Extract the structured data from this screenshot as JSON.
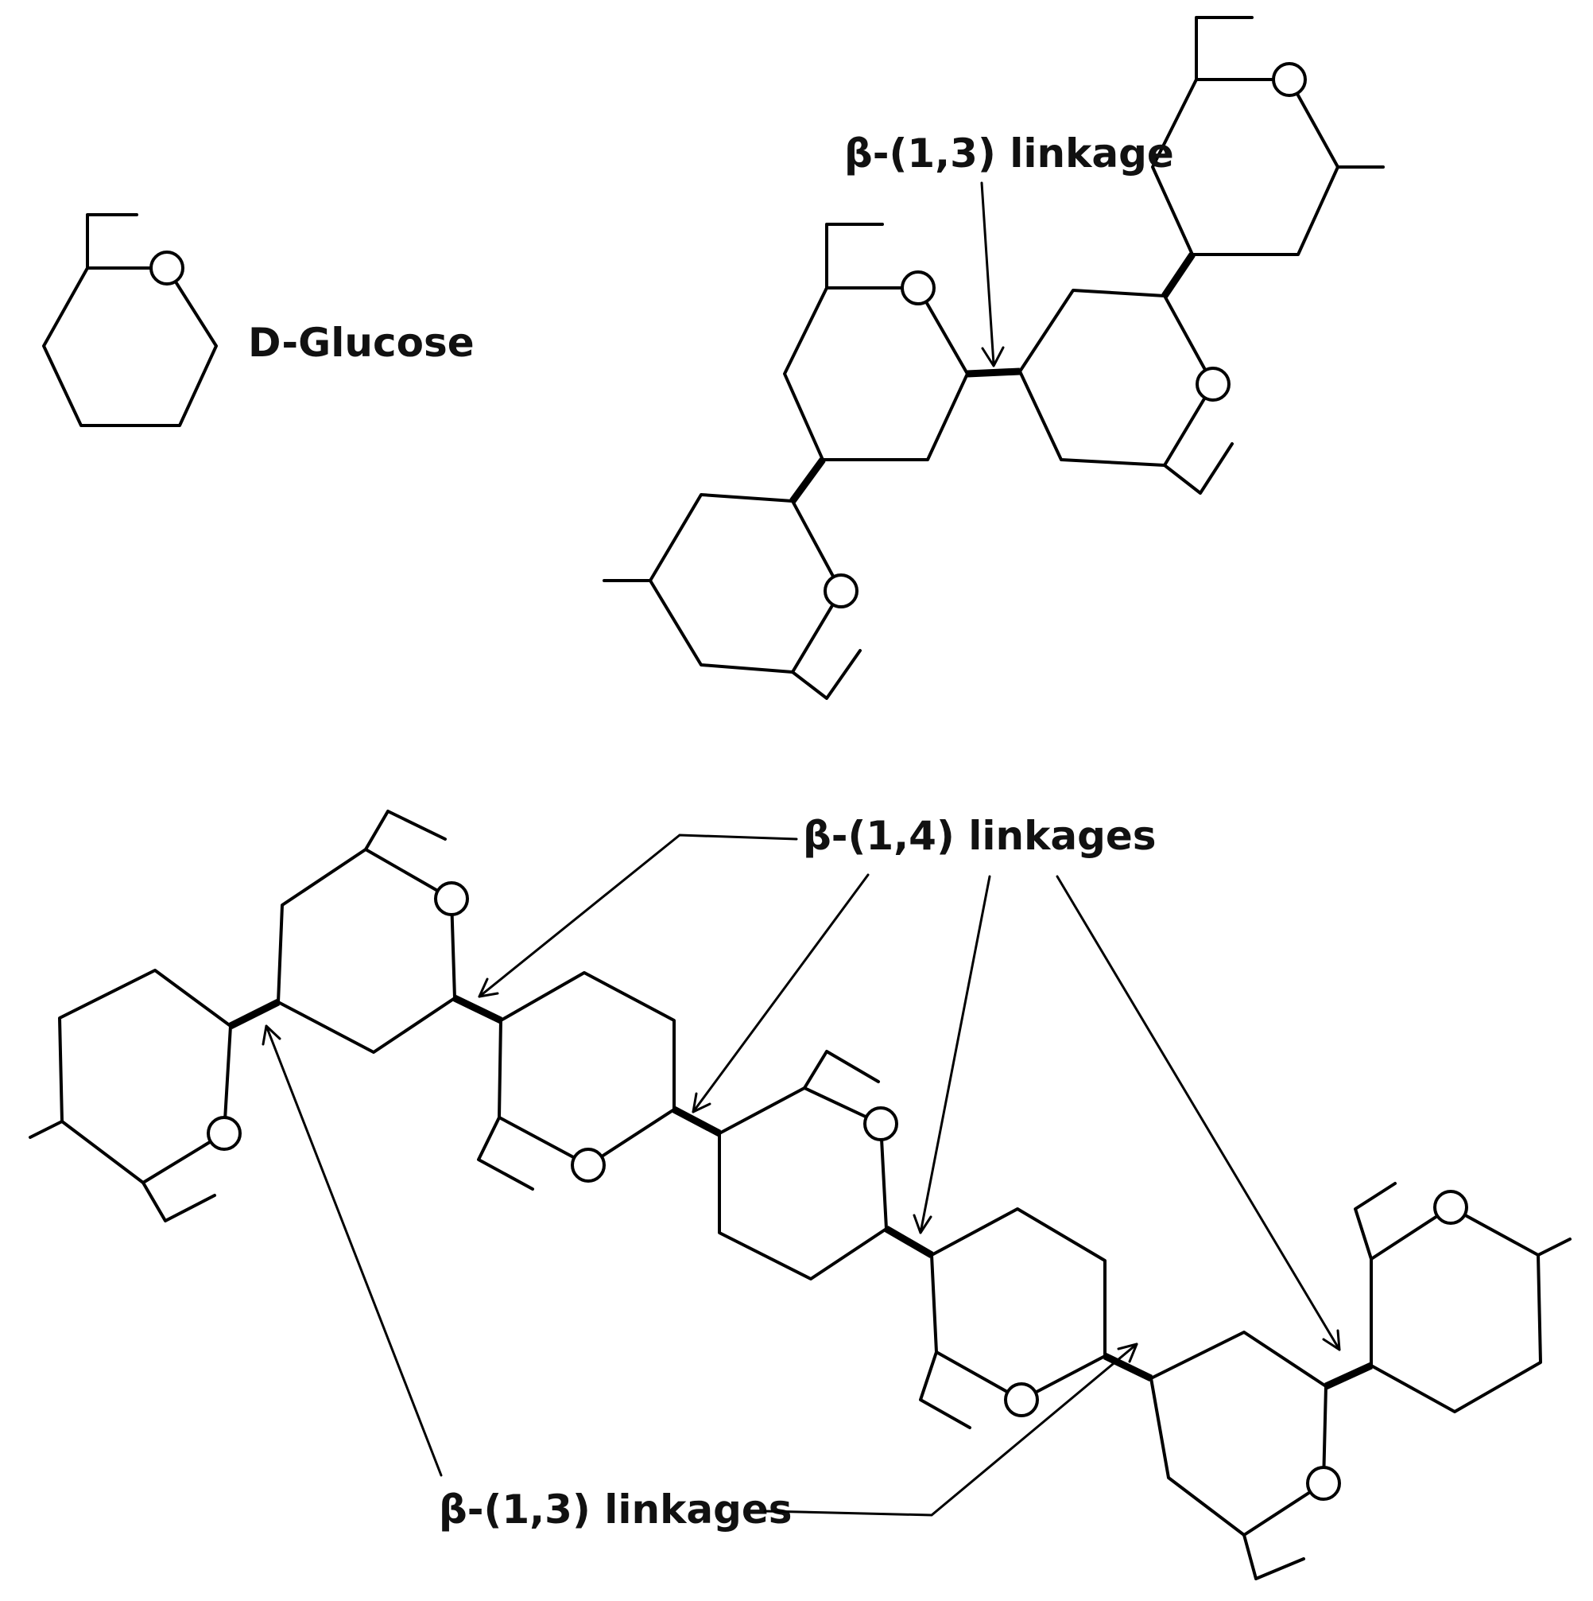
{
  "labels": {
    "monomer": "D-Glucose",
    "top_linkage": "β-(1,3) linkage",
    "b14_linkages": "β-(1,4) linkages",
    "b13_linkages": "β-(1,3) linkages"
  },
  "colors": {
    "stroke": "#000000",
    "background": "#ffffff"
  }
}
